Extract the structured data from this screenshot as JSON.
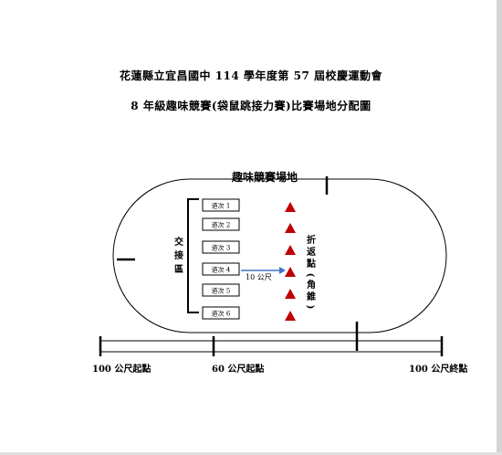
{
  "document": {
    "title_line1": "花蓮縣立宜昌國中 114 學年度第 57 屆校慶運動會",
    "title_line2": "8 年級趣味競賽(袋鼠跳接力賽)比賽場地分配圖"
  },
  "field": {
    "field_label": "趣味競賽場地",
    "exchange_zone_label": [
      "交",
      "接",
      "區"
    ],
    "turnaround_label": [
      "折",
      "返",
      "點",
      "(",
      "角",
      "錐",
      ")"
    ],
    "distance_label": "10 公尺",
    "lanes": [
      "道次 1",
      "道次 2",
      "道次 3",
      "道次 4",
      "道次 5",
      "道次 6"
    ],
    "cone_count": 6,
    "cone_color": "#c00000",
    "arrow_color": "#4472c4"
  },
  "markers": {
    "start_100m": "100 公尺起點",
    "start_60m": "60 公尺起點",
    "finish_100m": "100 公尺終點"
  }
}
